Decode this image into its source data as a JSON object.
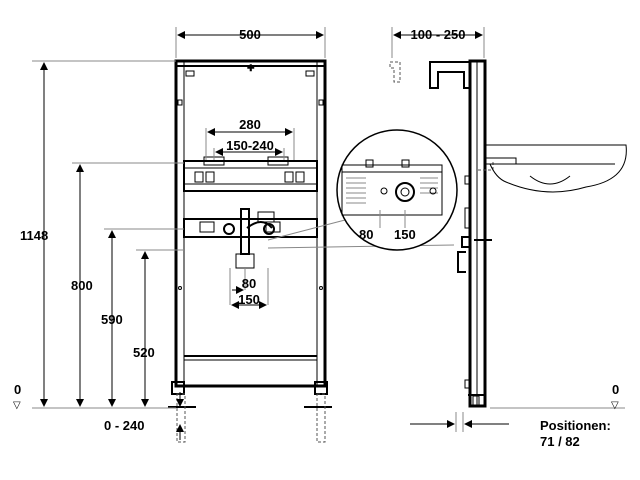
{
  "dimensions": {
    "frame_width": "500",
    "depth_range": "100 - 250",
    "total_height": "1148",
    "height_800": "800",
    "height_590": "590",
    "height_520": "520",
    "zero_left": "0",
    "zero_right": "0",
    "foot_adjust": "0 - 240",
    "span_280": "280",
    "span_150_240": "150-240",
    "span_80": "80",
    "span_150": "150",
    "detail_80": "80",
    "detail_150": "150"
  },
  "positions_label": "Positionen:",
  "positions_value": "71 / 82",
  "icons": {
    "zero_marker": "triangle-down-icon"
  }
}
